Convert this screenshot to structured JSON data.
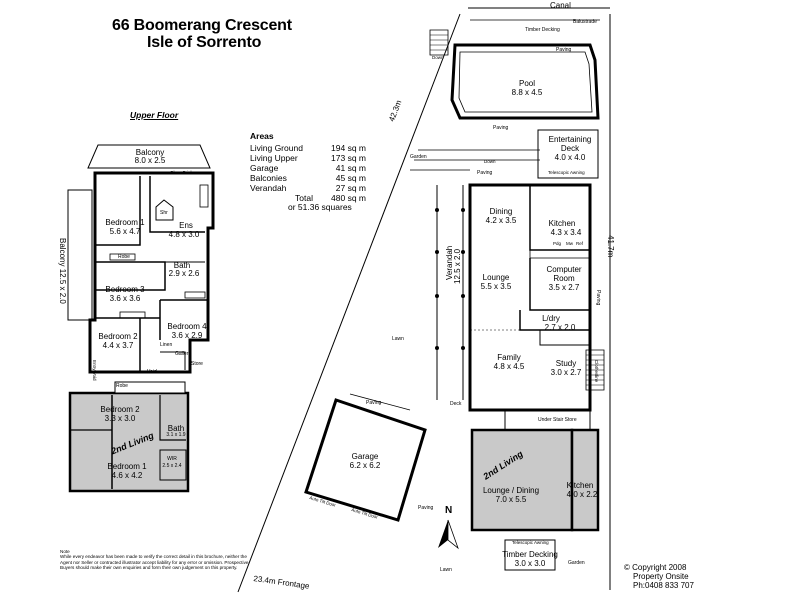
{
  "header": {
    "line1": "66 Boomerang Crescent",
    "line2": "Isle of Sorrento"
  },
  "upper_floor": {
    "title": "Upper Floor"
  },
  "areas": {
    "heading": "Areas",
    "rows": [
      {
        "label": "Living Ground",
        "value": "194 sq m"
      },
      {
        "label": "Living Upper",
        "value": "173 sq m"
      },
      {
        "label": "Garage",
        "value": "41 sq m"
      },
      {
        "label": "Balconies",
        "value": "45 sq m"
      },
      {
        "label": "Verandah",
        "value": "27 sq m"
      },
      {
        "label": "Total",
        "value": "480 sq m"
      }
    ],
    "squares": "or 51.36 squares"
  },
  "upper_rooms": {
    "balcony_top": {
      "name": "Balcony",
      "dim": "8.0 x 2.5"
    },
    "glass_bricks": "Glass Bricks",
    "bedroom1": {
      "name": "Bedroom 1",
      "dim": "5.6 x 4.7"
    },
    "shr": "Shr",
    "ens": {
      "name": "Ens",
      "dim": "4.8 x 3.0"
    },
    "robe": "Robe",
    "balcony_left": {
      "name": "Balcony",
      "dim": "12.5 x 2.0"
    },
    "bath": {
      "name": "Bath",
      "dim": "2.9 x 2.6"
    },
    "bedroom3": {
      "name": "Bedroom 3",
      "dim": "3.6 x 3.6"
    },
    "bedroom4": {
      "name": "Bedroom 4",
      "dim": "3.6 x 2.9"
    },
    "bedroom2": {
      "name": "Bedroom 2",
      "dim": "4.4 x 3.7"
    },
    "linen": "Linen",
    "gallery": "Gallery",
    "store": "Store",
    "void": "Void",
    "entry_void": "Entry Void",
    "robe2": "Robe",
    "bedroom2b": {
      "name": "Bedroom 2",
      "dim": "3.3 x 3.0"
    },
    "bath2": {
      "name": "Bath",
      "dim": "3.1 x 1.9"
    },
    "second_living": "2nd Living",
    "wir": {
      "name": "WIR",
      "dim": "2.5 x 2.4"
    },
    "bedroom1b": {
      "name": "Bedroom 1",
      "dim": "4.6 x 4.2"
    }
  },
  "site": {
    "canal": "Canal",
    "balustrade": "Balustrade",
    "timber_decking": "Timber Decking",
    "paving": "Paving",
    "down": "Down",
    "pool": {
      "name": "Pool",
      "dim": "8.8 x 4.5"
    },
    "boundary": "42.3m",
    "garden": "Garden",
    "entertaining": {
      "name1": "Entertaining",
      "name2": "Deck",
      "dim": "4.0 x 4.0"
    },
    "telescopic_awning": "Telescopic Awning",
    "dining": {
      "name": "Dining",
      "dim": "4.2 x 3.5"
    },
    "kitchen": {
      "name": "Kitchen",
      "dim": "4.3 x 3.4"
    },
    "pantry_labels": [
      "Pdg",
      "Mw",
      "Ref"
    ],
    "side_boundary": "41.7m",
    "verandah": {
      "name": "Verandah",
      "dim": "12.5 x 2.0"
    },
    "lounge": {
      "name": "Lounge",
      "dim": "5.5 x 3.5"
    },
    "computer": {
      "name1": "Computer",
      "name2": "Room",
      "dim": "3.5 x 2.7"
    },
    "ldry": {
      "name": "L/dry",
      "dim": "2.7 x 2.0"
    },
    "lawn": "Lawn",
    "family": {
      "name": "Family",
      "dim": "4.8 x 4.5"
    },
    "study": {
      "name": "Study",
      "dim": "3.0 x 2.7"
    },
    "clothesline": "Clothesline",
    "deck": "Deck",
    "garage": {
      "name": "Garage",
      "dim": "6.2 x 6.2"
    },
    "second_living": "2nd Living",
    "lounge_dining": {
      "name": "Lounge / Dining",
      "dim": "7.0 x 5.5"
    },
    "kitchen2": {
      "name": "Kitchen",
      "dim": "4.0 x 2.2"
    },
    "under_stair_store": "Under Stair Store",
    "timber_decking2": {
      "name": "Timber Decking",
      "dim": "3.0 x 3.0"
    },
    "frontage": "23.4m Frontage",
    "auto_door": "Auto Tilt Door",
    "north": "N"
  },
  "note": {
    "heading": "Note",
    "text": "While every endeavor has been made to verify the correct detail in this brochure, neither the Agent nor Seller or contracted illustrator accept liability for any error or omission. Prospective Buyers should make their own enquiries and form their own judgement on this property."
  },
  "copyright": {
    "line1": "Copyright 2008",
    "line2": "Property Onsite",
    "line3": "Ph:0408 833 707"
  }
}
